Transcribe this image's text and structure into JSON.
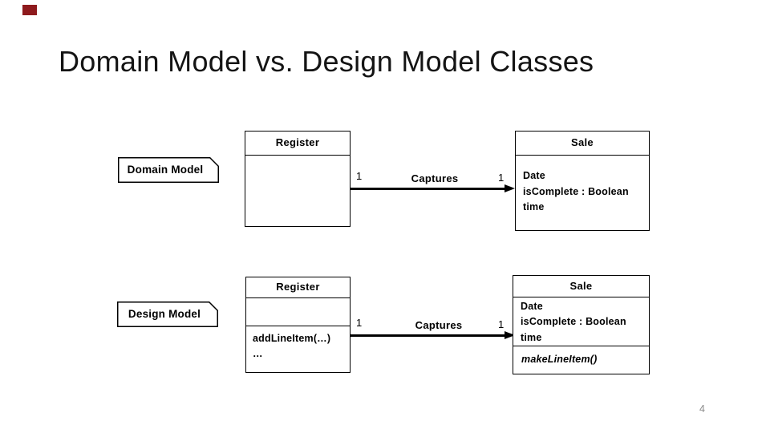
{
  "slide": {
    "title": "Domain Model vs. Design Model Classes",
    "page_number": "4",
    "accent_color": "#8e1a1d"
  },
  "domain": {
    "label": "Domain Model",
    "register": {
      "name": "Register"
    },
    "association": {
      "label": "Captures",
      "mult_left": "1",
      "mult_right": "1"
    },
    "sale": {
      "name": "Sale",
      "attributes": [
        "Date",
        "isComplete : Boolean",
        "time"
      ]
    }
  },
  "design": {
    "label": "Design Model",
    "register": {
      "name": "Register",
      "operations": [
        "addLineItem(…)",
        "…"
      ]
    },
    "association": {
      "label": "Captures",
      "mult_left": "1",
      "mult_right": "1"
    },
    "sale": {
      "name": "Sale",
      "attributes": [
        "Date",
        "isComplete : Boolean",
        "time"
      ],
      "operations": [
        "makeLineItem()"
      ]
    }
  }
}
